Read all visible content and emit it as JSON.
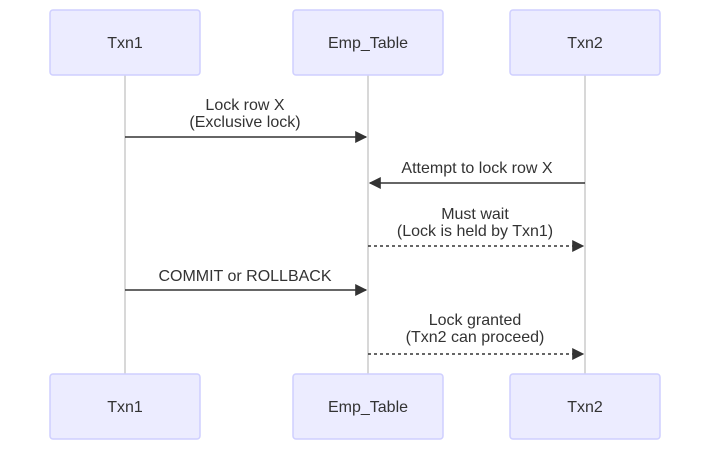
{
  "diagram": {
    "type": "sequence",
    "participants": [
      {
        "id": "txn1",
        "label": "Txn1"
      },
      {
        "id": "emp",
        "label": "Emp_Table"
      },
      {
        "id": "txn2",
        "label": "Txn2"
      }
    ],
    "messages": [
      {
        "from": "txn1",
        "to": "emp",
        "style": "solid",
        "lines": [
          "Lock row X",
          "(Exclusive lock)"
        ]
      },
      {
        "from": "txn2",
        "to": "emp",
        "style": "solid",
        "lines": [
          "Attempt to lock row X"
        ]
      },
      {
        "from": "emp",
        "to": "txn2",
        "style": "dotted",
        "lines": [
          "Must wait",
          "(Lock is held by Txn1)"
        ]
      },
      {
        "from": "txn1",
        "to": "emp",
        "style": "solid",
        "lines": [
          "COMMIT or ROLLBACK"
        ]
      },
      {
        "from": "emp",
        "to": "txn2",
        "style": "dotted",
        "lines": [
          "Lock granted",
          "(Txn2 can proceed)"
        ]
      }
    ]
  },
  "colors": {
    "actor_fill": "#ececff",
    "actor_border": "#cfcfff",
    "lifeline": "#cccccc",
    "arrow": "#333333",
    "text": "#333333"
  }
}
